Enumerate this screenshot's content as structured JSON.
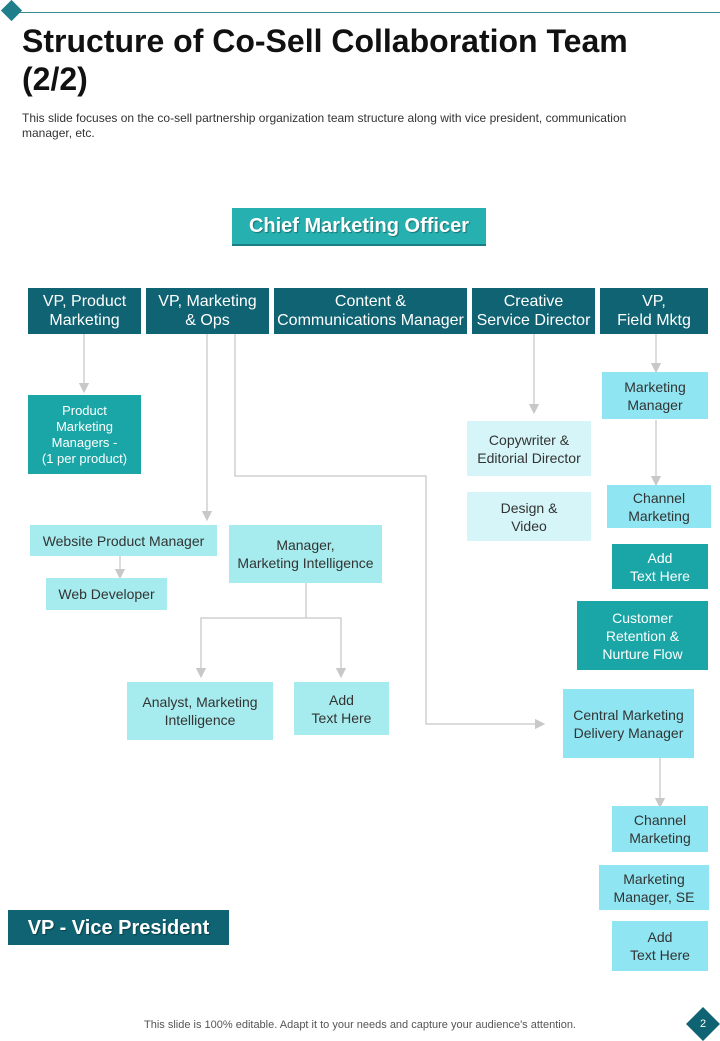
{
  "title": "Structure of Co-Sell Collaboration Team (2/2)",
  "subtitle": "This slide focuses on the co-sell partnership organization team structure along with vice president, communication manager, etc.",
  "chart": {
    "ceo": "Chief Marketing Officer",
    "vps": [
      "VP, Product\nMarketing",
      "VP, Marketing\n& Ops",
      "Content &\nCommunications Manager",
      "Creative\nService Director",
      "VP,\nField Mktg"
    ],
    "product_marketing_managers": "Product\nMarketing\nManagers -\n(1 per product)",
    "website_product_manager": "Website Product Manager",
    "web_developer": "Web Developer",
    "marketing_intelligence_manager": "Manager,\nMarketing Intelligence",
    "analyst": "Analyst, Marketing\nIntelligence",
    "add_text_1": "Add\nText Here",
    "copywriter": "Copywriter &\nEditorial Director",
    "design_video": "Design &\nVideo",
    "marketing_manager": "Marketing\nManager",
    "channel_marketing_1": "Channel\nMarketing",
    "add_text_2": "Add\nText Here",
    "customer_retention": "Customer\nRetention &\nNurture Flow",
    "central_marketing": "Central Marketing\nDelivery Manager",
    "channel_marketing_2": "Channel\nMarketing",
    "marketing_manager_se": "Marketing\nManager, SE",
    "add_text_3": "Add\nText Here"
  },
  "legend_note": "VP - Vice President",
  "footer": "This slide is 100% editable. Adapt it to your needs and capture your audience's attention.",
  "page_number": "2",
  "colors": {
    "dark_teal": "#0f6373",
    "teal": "#1aa6a6",
    "light_aqua": "#a6ecee",
    "pale_aqua": "#d5f5f8",
    "sky_aqua": "#8fe6f2"
  }
}
